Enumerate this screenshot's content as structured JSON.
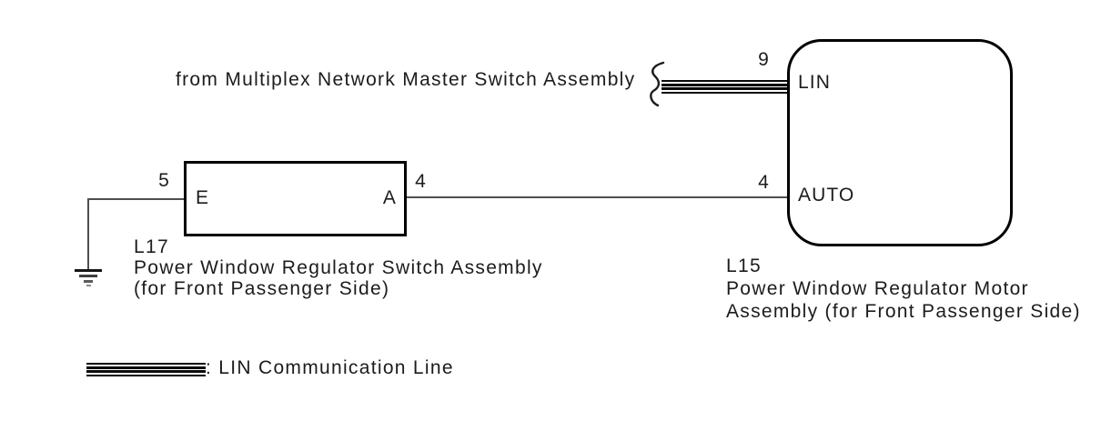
{
  "diagram": {
    "source_label": "from Multiplex Network Master Switch Assembly",
    "switch_assembly": {
      "code": "L17",
      "name": "Power Window Regulator Switch Assembly",
      "name_note": "(for Front Passenger Side)",
      "pin_ground": "5",
      "pin_signal": "4",
      "terminal_ground": "E",
      "terminal_signal": "A"
    },
    "motor_assembly": {
      "code": "L15",
      "name": "Power Window Regulator Motor",
      "name_note": "Assembly (for Front Passenger Side)",
      "pin_lin": "9",
      "pin_auto": "4",
      "terminal_lin": "LIN",
      "terminal_auto": "AUTO"
    },
    "legend": {
      "label": ": LIN Communication Line"
    },
    "colors": {
      "ink": "#1c1c1c",
      "wire": "#4f4f4f",
      "lin_line": "#0a0a0a"
    }
  }
}
